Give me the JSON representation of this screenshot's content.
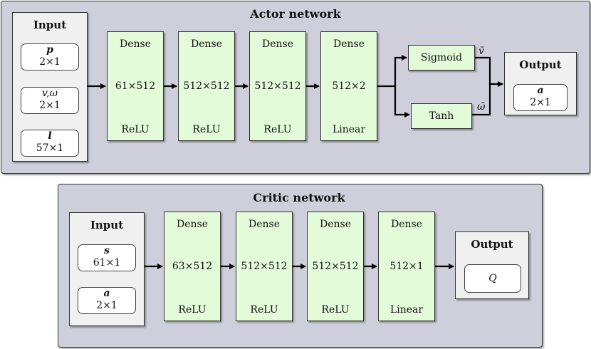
{
  "actor": {
    "title": "Actor network",
    "input": {
      "title": "Input",
      "items": [
        {
          "sym": "p",
          "dim": "2×1"
        },
        {
          "sym": "v,ω",
          "dim": "2×1"
        },
        {
          "sym": "l",
          "dim": "57×1"
        }
      ]
    },
    "layers": [
      {
        "name": "Dense",
        "shape": "61×512",
        "activation": "ReLU"
      },
      {
        "name": "Dense",
        "shape": "512×512",
        "activation": "ReLU"
      },
      {
        "name": "Dense",
        "shape": "512×512",
        "activation": "ReLU"
      },
      {
        "name": "Dense",
        "shape": "512×2",
        "activation": "Linear"
      }
    ],
    "branches": [
      {
        "activation": "Sigmoid",
        "output_symbol": "v̄"
      },
      {
        "activation": "Tanh",
        "output_symbol": "ω̄"
      }
    ],
    "output": {
      "title": "Output",
      "sym": "a",
      "dim": "2×1"
    }
  },
  "critic": {
    "title": "Critic network",
    "input": {
      "title": "Input",
      "items": [
        {
          "sym": "s",
          "dim": "61×1"
        },
        {
          "sym": "a",
          "dim": "2×1"
        }
      ]
    },
    "layers": [
      {
        "name": "Dense",
        "shape": "63×512",
        "activation": "ReLU"
      },
      {
        "name": "Dense",
        "shape": "512×512",
        "activation": "ReLU"
      },
      {
        "name": "Dense",
        "shape": "512×512",
        "activation": "ReLU"
      },
      {
        "name": "Dense",
        "shape": "512×1",
        "activation": "Linear"
      }
    ],
    "output": {
      "title": "Output",
      "sym": "Q"
    }
  }
}
